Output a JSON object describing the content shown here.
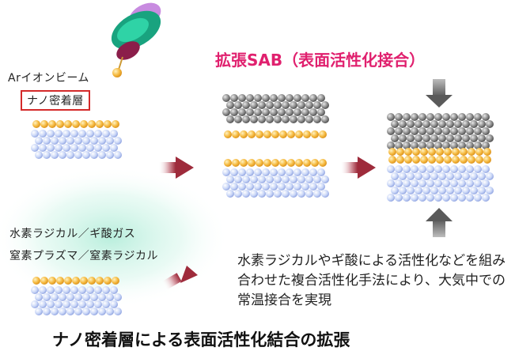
{
  "labels": {
    "ar_beam": "Arイオンビーム",
    "nano_layer": "ナノ密着層",
    "radical_line1": "水素ラジカル／ギ酸ガス",
    "radical_line2": "窒素プラズマ／窒素ラジカル",
    "sab_title": "拡張SAB（表面活性化接合）",
    "description": "水素ラジカルやギ酸による活性化などを組み合わせた複合活性化手法により、大気中での常温接合を実現",
    "caption": "ナノ密着層による表面活性化結合の拡張"
  },
  "colors": {
    "substrate": "#c9d6f7",
    "nano_layer": "#f5b93f",
    "bonded_wafer": "#8a8a8a",
    "arrow": "#9e2b3b",
    "press_arrow": "#5a5a5a",
    "title_accent": "#e0206e",
    "highlight_box": "#d42a2a"
  }
}
